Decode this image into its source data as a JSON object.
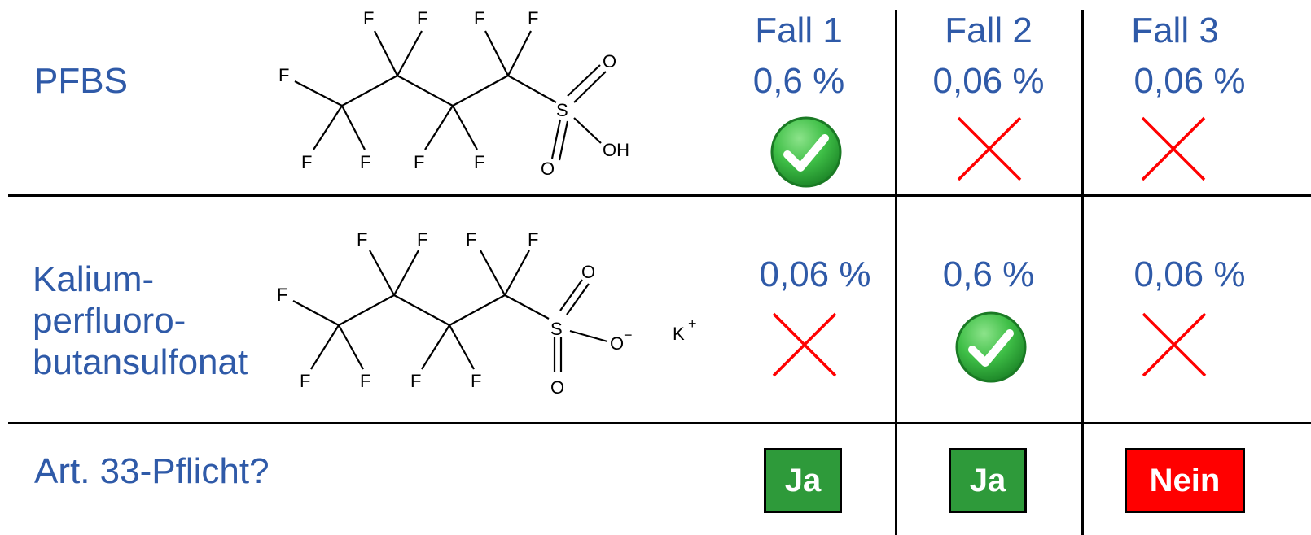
{
  "rows": [
    {
      "label": "PFBS"
    },
    {
      "label_lines": [
        "Kalium-",
        "perfluoro-",
        "butansulfonat"
      ]
    },
    {
      "label": "Art. 33-Pflicht?"
    }
  ],
  "cases": [
    {
      "title": "Fall 1",
      "row1_value": "0,6 %",
      "row2_value": "0,06 %",
      "badge": "Ja"
    },
    {
      "title": "Fall 2",
      "row1_value": "0,06 %",
      "row2_value": "0,6 %",
      "badge": "Ja"
    },
    {
      "title": "Fall 3",
      "row1_value": "0,06 %",
      "row2_value": "0,06 %",
      "badge": "Nein"
    }
  ],
  "molecule1": {
    "atoms": {
      "f": "F",
      "s": "S",
      "o": "O",
      "oh": "OH"
    }
  },
  "molecule2": {
    "atoms": {
      "f": "F",
      "s": "S",
      "o": "O",
      "o_minus": "O",
      "charge_minus": "−",
      "k": "K",
      "charge_plus": "+"
    }
  },
  "colors": {
    "text_blue": "#2f5aa8",
    "badge_green": "#2e9a3a",
    "badge_red": "#ff0000",
    "cross_red": "#ff0000",
    "check_green": "#2fae3c"
  }
}
